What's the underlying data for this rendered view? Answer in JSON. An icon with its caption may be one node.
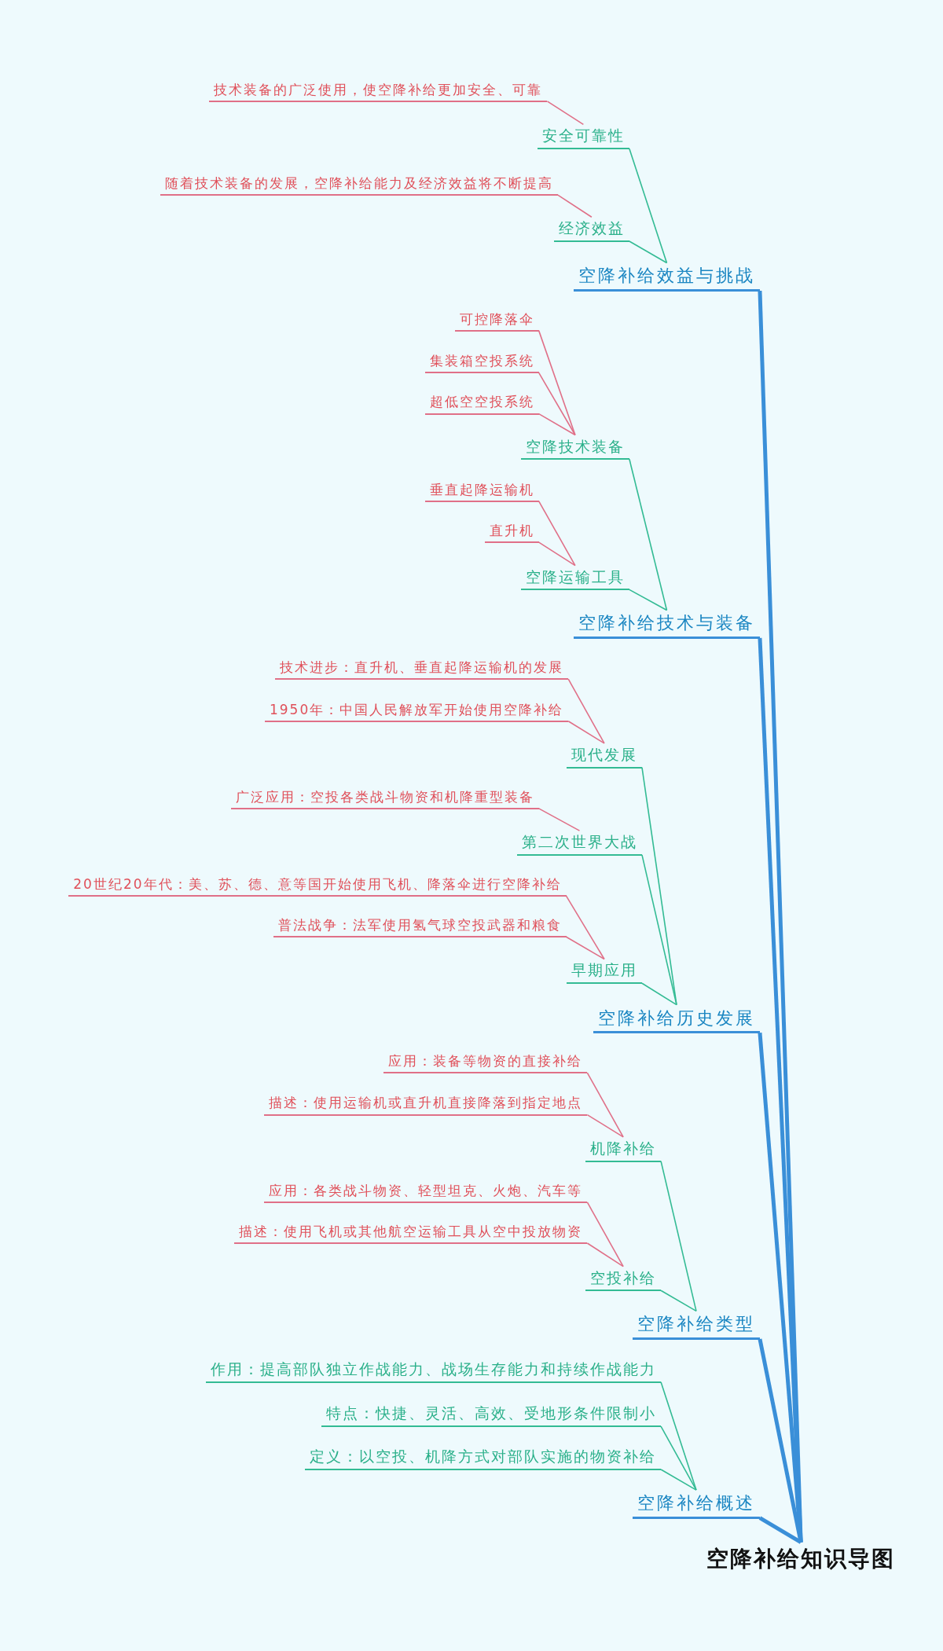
{
  "diagram": {
    "nodes": [
      {
        "text": [
          "技术装备的广泛使用，使空降补给更加安全、可靠"
        ]
      },
      {
        "text": [
          "安全可靠性"
        ]
      },
      {
        "text": [
          "随着技术装备的发展，空降补给能力及经济效益将不断提高"
        ]
      },
      {
        "text": [
          "经济效益"
        ]
      },
      {
        "text": [
          "空降补给效益与挑战"
        ]
      },
      {
        "text": [
          "可控降落伞"
        ]
      },
      {
        "text": [
          "集装箱空投系统"
        ]
      },
      {
        "text": [
          "超低空空投系统"
        ]
      },
      {
        "text": [
          "空降技术装备"
        ]
      },
      {
        "text": [
          "垂直起降运输机"
        ]
      },
      {
        "text": [
          "直升机"
        ]
      },
      {
        "text": [
          "空降运输工具"
        ]
      },
      {
        "text": [
          "空降补给技术与装备"
        ]
      },
      {
        "text": [
          "技术进步：直升机、垂直起降运输机的发展"
        ]
      },
      {
        "text": [
          "1950年：中国人民解放军开始使用空降补给"
        ]
      },
      {
        "text": [
          "现代发展"
        ]
      },
      {
        "text": [
          "广泛应用：空投各类战斗物资和机降重型装备"
        ]
      },
      {
        "text": [
          "第二次世界大战"
        ]
      },
      {
        "text": [
          "20世纪20年代：美、苏、德、意等国开始使用飞机、降落伞进行空降补给"
        ]
      },
      {
        "text": [
          "普法战争：法军使用氢气球空投武器和粮食"
        ]
      },
      {
        "text": [
          "早期应用"
        ]
      },
      {
        "text": [
          "空降补给历史发展"
        ]
      },
      {
        "text": [
          "应用：装备等物资的直接补给"
        ]
      },
      {
        "text": [
          "描述：使用运输机或直升机直接降落到指定地点"
        ]
      },
      {
        "text": [
          "机降补给"
        ]
      },
      {
        "text": [
          "应用：各类战斗物资、轻型坦克、火炮、汽车等"
        ]
      },
      {
        "text": [
          "描述：使用飞机或其他航空运输工具从空中投放物资"
        ]
      },
      {
        "text": [
          "空投补给"
        ]
      },
      {
        "text": [
          "空降补给类型"
        ]
      },
      {
        "text": [
          "作用：提高部队独立作战能力、战场生存能力和持续作战能力"
        ]
      },
      {
        "text": [
          "特点：快捷、灵活、高效、受地形条件限制小"
        ]
      },
      {
        "text": [
          "定义：以空投、机降方式对部队实施的物资补给"
        ]
      },
      {
        "text": [
          "空降补给概述"
        ]
      },
      {
        "text": [
          "空降补给知识导图"
        ]
      }
    ],
    "edges": [
      {
        "from": 33,
        "to": 4,
        "arrow": "none",
        "style": "thick",
        "color": "#3a8fd8"
      },
      {
        "from": 33,
        "to": 12,
        "arrow": "none",
        "style": "thick",
        "color": "#3a8fd8"
      },
      {
        "from": 33,
        "to": 21,
        "arrow": "none",
        "style": "thick",
        "color": "#3a8fd8"
      },
      {
        "from": 33,
        "to": 28,
        "arrow": "none",
        "style": "thick",
        "color": "#3a8fd8"
      },
      {
        "from": 33,
        "to": 32,
        "arrow": "none",
        "style": "thick",
        "color": "#3a8fd8"
      },
      {
        "from": 4,
        "to": 1,
        "arrow": "none",
        "color": "#33bb94"
      },
      {
        "from": 4,
        "to": 3,
        "arrow": "none",
        "color": "#33bb94"
      },
      {
        "from": 12,
        "to": 8,
        "arrow": "none",
        "color": "#33bb94"
      },
      {
        "from": 12,
        "to": 11,
        "arrow": "none",
        "color": "#33bb94"
      },
      {
        "from": 21,
        "to": 15,
        "arrow": "none",
        "color": "#33bb94"
      },
      {
        "from": 21,
        "to": 17,
        "arrow": "none",
        "color": "#33bb94"
      },
      {
        "from": 21,
        "to": 20,
        "arrow": "none",
        "color": "#33bb94"
      },
      {
        "from": 28,
        "to": 24,
        "arrow": "none",
        "color": "#33bb94"
      },
      {
        "from": 28,
        "to": 27,
        "arrow": "none",
        "color": "#33bb94"
      },
      {
        "from": 32,
        "to": 29,
        "arrow": "none",
        "color": "#33bb94"
      },
      {
        "from": 32,
        "to": 30,
        "arrow": "none",
        "color": "#33bb94"
      },
      {
        "from": 32,
        "to": 31,
        "arrow": "none",
        "color": "#33bb94"
      },
      {
        "from": 1,
        "to": 0,
        "arrow": "none"
      },
      {
        "from": 3,
        "to": 2,
        "arrow": "none"
      },
      {
        "from": 8,
        "to": 5,
        "arrow": "none"
      },
      {
        "from": 8,
        "to": 6,
        "arrow": "none"
      },
      {
        "from": 8,
        "to": 7,
        "arrow": "none"
      },
      {
        "from": 11,
        "to": 9,
        "arrow": "none"
      },
      {
        "from": 11,
        "to": 10,
        "arrow": "none"
      },
      {
        "from": 15,
        "to": 13,
        "arrow": "none"
      },
      {
        "from": 15,
        "to": 14,
        "arrow": "none"
      },
      {
        "from": 17,
        "to": 16,
        "arrow": "none"
      },
      {
        "from": 20,
        "to": 18,
        "arrow": "none"
      },
      {
        "from": 20,
        "to": 19,
        "arrow": "none"
      },
      {
        "from": 24,
        "to": 22,
        "arrow": "none"
      },
      {
        "from": 24,
        "to": 23,
        "arrow": "none"
      },
      {
        "from": 27,
        "to": 25,
        "arrow": "none"
      },
      {
        "from": 27,
        "to": 26,
        "arrow": "none"
      }
    ]
  }
}
